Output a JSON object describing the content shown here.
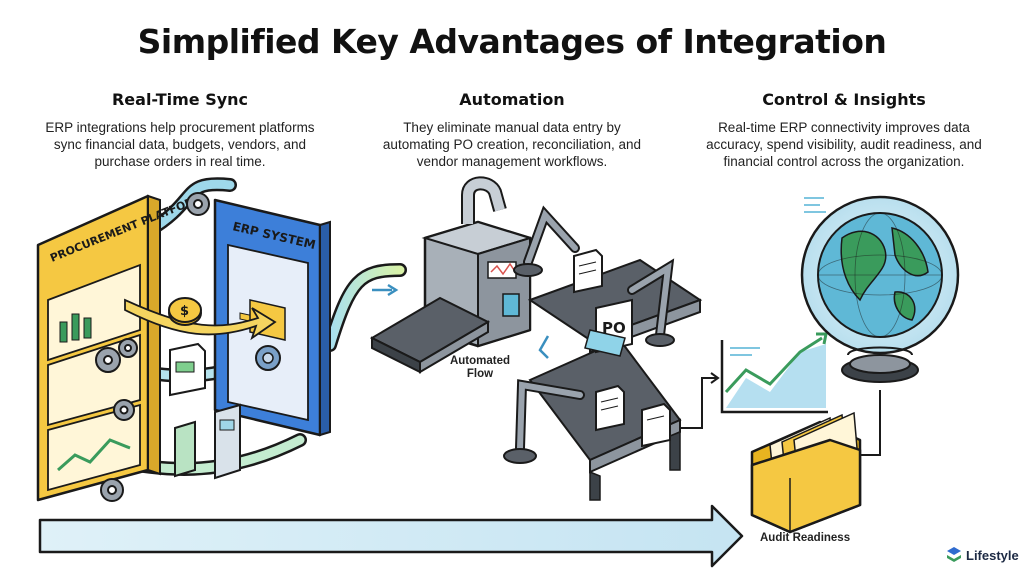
{
  "title": "Simplified Key Advantages of Integration",
  "columns": [
    {
      "heading": "Real-Time Sync",
      "body": "ERP integrations help procurement platforms\nsync financial data, budgets, vendors, and\npurchase orders in real time."
    },
    {
      "heading": "Automation",
      "body": "They eliminate manual data entry by\nautomating PO creation, reconciliation, and\nvendor management workflows."
    },
    {
      "heading": "Control & Insights",
      "body": "Real-time ERP connectivity improves data\naccuracy, spend visibility, audit readiness, and\nfinancial control across the organization."
    }
  ],
  "illustration": {
    "procurement_panel": "PROCUREMENT PLATFORM",
    "erp_panel": "ERP SYSTEM",
    "currency_symbol": "$",
    "po_tag": "PO",
    "flow_label": "Automated\nFlow",
    "audit_label": "Audit Readiness"
  },
  "brand": {
    "name": "Lifestyle"
  },
  "icons": [
    "gear-icon",
    "coin-icon",
    "document-icon",
    "robot-arm-icon",
    "conveyor-belt-icon",
    "globe-icon",
    "line-chart-icon",
    "folder-icon",
    "arrow-icon"
  ],
  "colors": {
    "procurement": "#f5c842",
    "erp": "#3d7fd9",
    "pipe": "#8fd3e8",
    "accent_green": "#3a9b5c",
    "arrow": "#cfe9f4"
  }
}
